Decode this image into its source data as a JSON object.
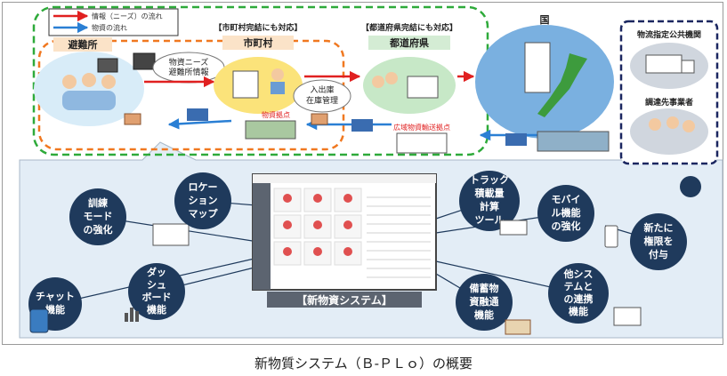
{
  "legend": {
    "info_flow": "情報（ニーズ）の流れ",
    "goods_flow": "物資の流れ"
  },
  "colors": {
    "info_arrow": "#e02020",
    "goods_arrow": "#2a7fd4",
    "green_dash": "#2eaa3a",
    "orange_dash": "#f07820",
    "navy_dash": "#1a2660",
    "circle_navy": "#1f3a5c",
    "panel_bg": "#e3edf6"
  },
  "top": {
    "shelter_label": "避難所",
    "municipality_note": "【市町村完結にも対応】",
    "municipality_label": "市町村",
    "prefecture_note": "【都道府県完結にも対応】",
    "prefecture_label": "都道府県",
    "country_label": "国",
    "needs_bubble": [
      "物資ニーズ",
      "避難所情報"
    ],
    "inout_bubble": [
      "入出庫",
      "在庫管理"
    ],
    "local_depot": "物資拠点",
    "wide_depot": "広域物資輸送拠点",
    "logistics_org": "物流指定公共機関",
    "procurement": "調達先事業者"
  },
  "features": {
    "training": [
      "訓練",
      "モード",
      "の強化"
    ],
    "location": [
      "ロケー",
      "ション",
      "マップ"
    ],
    "truck": [
      "トラック",
      "積載量",
      "計算",
      "ツール"
    ],
    "mobile": [
      "モバイ",
      "ル機能",
      "の強化"
    ],
    "permission": [
      "新たに",
      "権限を",
      "付与"
    ],
    "chat": [
      "チャット",
      "機能"
    ],
    "dashboard": [
      "ダッ",
      "シュ",
      "ボード",
      "機能"
    ],
    "stockpile": [
      "備蓄物",
      "資融通",
      "機能"
    ],
    "integration": [
      "他シス",
      "テムと",
      "の連携",
      "機能"
    ]
  },
  "system_label": "【新物資システム】",
  "caption": "新物質システム（Ｂ-ＰＬｏ）の概要"
}
